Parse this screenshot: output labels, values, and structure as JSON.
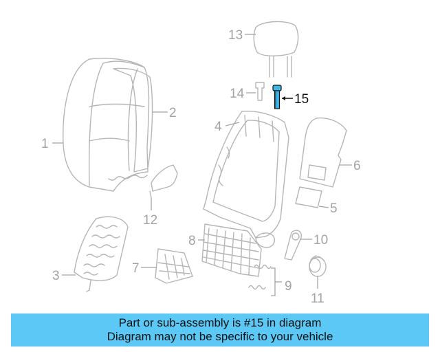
{
  "callouts": {
    "c1": "1",
    "c2": "2",
    "c3": "3",
    "c4": "4",
    "c5": "5",
    "c6": "6",
    "c7": "7",
    "c8": "8",
    "c9": "9",
    "c10": "10",
    "c11": "11",
    "c12": "12",
    "c13": "13",
    "c14": "14",
    "c15": "15"
  },
  "highlighted_part": "15",
  "colors": {
    "banner": "#5cc8f5",
    "highlight": "#3fb6e8",
    "part_line": "#b5b5b5"
  },
  "banner": {
    "line1": "Part or sub-assembly is #15 in diagram",
    "line2": "Diagram may not be specific to your vehicle"
  }
}
